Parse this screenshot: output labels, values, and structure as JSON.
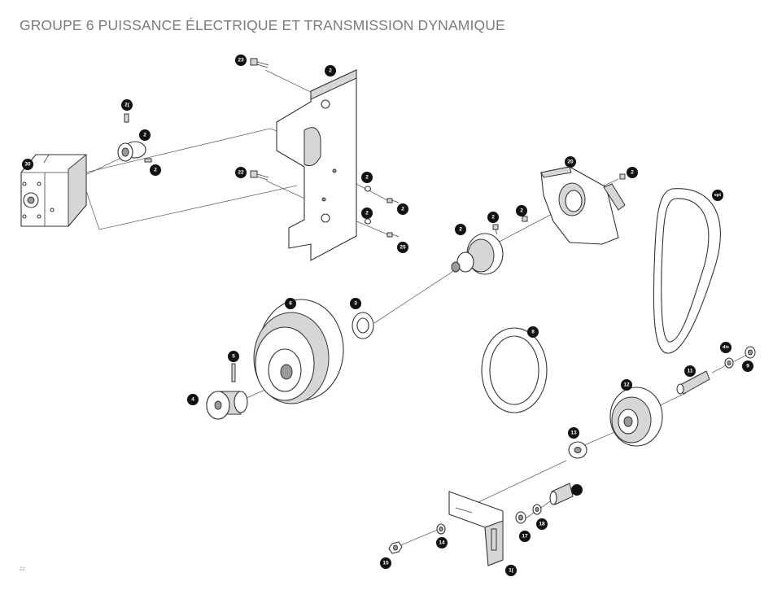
{
  "page": {
    "title": "GROUPE 6 PUISSANCE ÉLECTRIQUE ET TRANSMISSION DYNAMIQUE",
    "page_number": "22"
  },
  "callouts": [
    {
      "id": "c23",
      "label": "23"
    },
    {
      "id": "c22a",
      "label": "2"
    },
    {
      "id": "c21",
      "label": "2("
    },
    {
      "id": "c27",
      "label": "2"
    },
    {
      "id": "c28",
      "label": "2"
    },
    {
      "id": "c30",
      "label": "30"
    },
    {
      "id": "c22b",
      "label": "22"
    },
    {
      "id": "c24a",
      "label": "2"
    },
    {
      "id": "c25a",
      "label": "2"
    },
    {
      "id": "c24b",
      "label": "2"
    },
    {
      "id": "c25b",
      "label": "25"
    },
    {
      "id": "c20",
      "label": "20"
    },
    {
      "id": "c2x",
      "label": "2"
    },
    {
      "id": "c26",
      "label": "2"
    },
    {
      "id": "c27b",
      "label": "2"
    },
    {
      "id": "c19",
      "label": "2"
    },
    {
      "id": "cbelt",
      "label": "ept"
    },
    {
      "id": "c6",
      "label": "6"
    },
    {
      "id": "c3",
      "label": "3"
    },
    {
      "id": "c5",
      "label": "5"
    },
    {
      "id": "c4",
      "label": "4"
    },
    {
      "id": "c8",
      "label": "8"
    },
    {
      "id": "c10",
      "label": "dix"
    },
    {
      "id": "c9",
      "label": "9"
    },
    {
      "id": "c11",
      "label": "11"
    },
    {
      "id": "c12",
      "label": "12"
    },
    {
      "id": "c13",
      "label": "13"
    },
    {
      "id": "c16",
      "label": ""
    },
    {
      "id": "c18",
      "label": "18"
    },
    {
      "id": "c17",
      "label": "17"
    },
    {
      "id": "c14",
      "label": "14"
    },
    {
      "id": "c15",
      "label": "15"
    },
    {
      "id": "c1",
      "label": "1("
    }
  ]
}
